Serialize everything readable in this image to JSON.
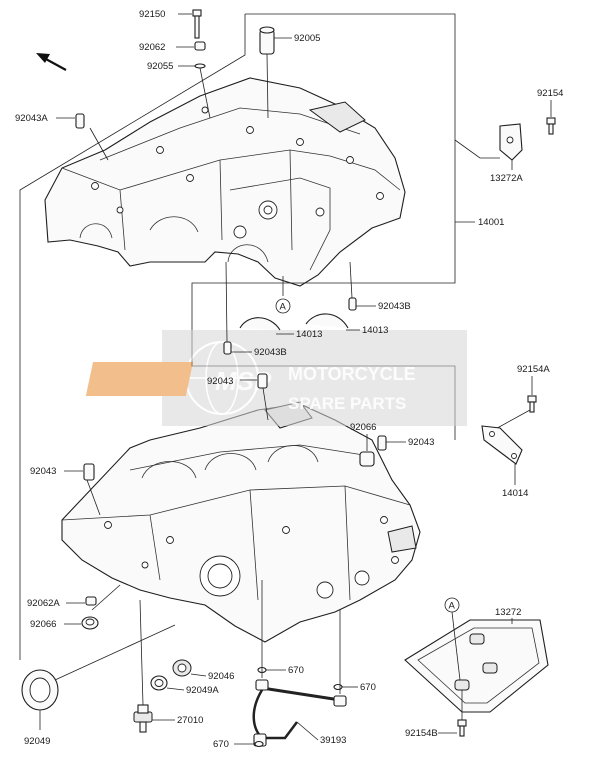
{
  "watermark": {
    "badge": "MSP",
    "line1": "MOTORCYCLE",
    "line2": "SPARE PARTS",
    "color": "#e8892e"
  },
  "callouts": {
    "ref_a_upper": "A",
    "ref_a_lower": "A"
  },
  "parts": [
    {
      "id": "p92150",
      "label": "92150"
    },
    {
      "id": "p92062",
      "label": "92062"
    },
    {
      "id": "p92055",
      "label": "92055"
    },
    {
      "id": "p92005",
      "label": "92005"
    },
    {
      "id": "p92154",
      "label": "92154"
    },
    {
      "id": "p92043A",
      "label": "92043A"
    },
    {
      "id": "p13272A",
      "label": "13272A"
    },
    {
      "id": "p14001",
      "label": "14001"
    },
    {
      "id": "p92043B_1",
      "label": "92043B"
    },
    {
      "id": "p14013_1",
      "label": "14013"
    },
    {
      "id": "p14013_2",
      "label": "14013"
    },
    {
      "id": "p92043B_2",
      "label": "92043B"
    },
    {
      "id": "p92043_1",
      "label": "92043"
    },
    {
      "id": "p92154A",
      "label": "92154A"
    },
    {
      "id": "p92066_1",
      "label": "92066"
    },
    {
      "id": "p92043_2",
      "label": "92043"
    },
    {
      "id": "p92043_3",
      "label": "92043"
    },
    {
      "id": "p14014",
      "label": "14014"
    },
    {
      "id": "p13272",
      "label": "13272"
    },
    {
      "id": "p92062A",
      "label": "92062A"
    },
    {
      "id": "p92066_2",
      "label": "92066"
    },
    {
      "id": "p670_1",
      "label": "670"
    },
    {
      "id": "p92046",
      "label": "92046"
    },
    {
      "id": "p670_2",
      "label": "670"
    },
    {
      "id": "p92049A",
      "label": "92049A"
    },
    {
      "id": "p92049",
      "label": "92049"
    },
    {
      "id": "p27010",
      "label": "27010"
    },
    {
      "id": "p670_3",
      "label": "670"
    },
    {
      "id": "p39193",
      "label": "39193"
    },
    {
      "id": "p92154B",
      "label": "92154B"
    }
  ]
}
